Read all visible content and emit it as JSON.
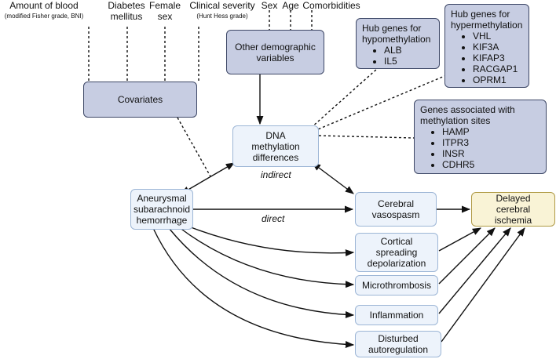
{
  "top_labels": {
    "amount_of_blood": "Amount of blood",
    "amount_of_blood_note": "(modified Fisher grade, BNI)",
    "diabetes": "Diabetes mellitus",
    "female_sex": "Female sex",
    "clinical_severity": "Clinical severity",
    "clinical_severity_note": "(Hunt Hess grade)",
    "sex": "Sex",
    "age": "Age",
    "comorbidities": "Comorbidities"
  },
  "nodes": {
    "covariates": "Covariates",
    "other_demographics": "Other demographic variables",
    "dna_methylation": "DNA methylation differences",
    "asah": "Aneurysmal subarachnoid hemorrhage",
    "vasospasm": "Cerebral vasospasm",
    "dci": "Delayed cerebral ischemia",
    "csd": "Cortical spreading depolarization",
    "microthrombosis": "Microthrombosis",
    "inflammation": "Inflammation",
    "autoregulation": "Disturbed autoregulation"
  },
  "hypo_box": {
    "title": "Hub genes for hypomethylation",
    "genes": [
      "ALB",
      "IL5"
    ]
  },
  "hyper_box": {
    "title": "Hub genes for hypermethylation",
    "genes": [
      "VHL",
      "KIF3A",
      "KIFAP3",
      "RACGAP1",
      "OPRM1"
    ]
  },
  "sites_box": {
    "title": "Genes associated with methylation sites",
    "genes": [
      "HAMP",
      "ITPR3",
      "INSR",
      "CDHR5"
    ]
  },
  "edge_labels": {
    "indirect": "indirect",
    "direct": "direct"
  }
}
